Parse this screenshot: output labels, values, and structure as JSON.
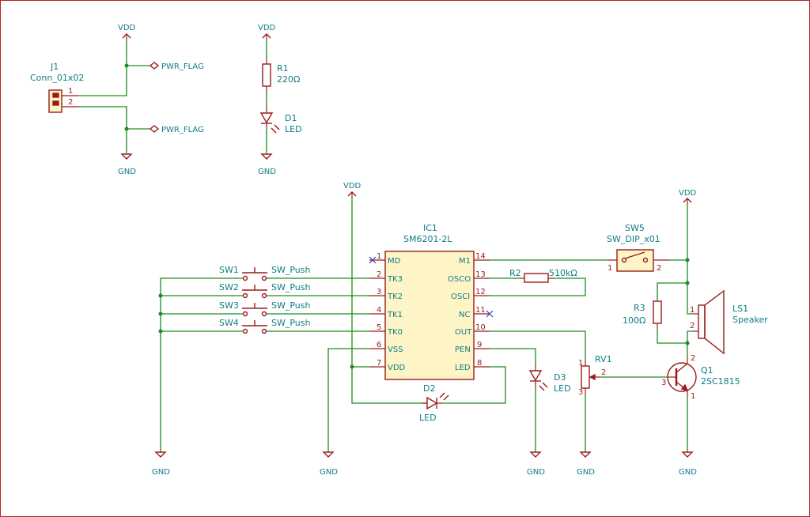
{
  "power": {
    "vdd": "VDD",
    "gnd": "GND",
    "pwr_flag": "PWR_FLAG"
  },
  "j1": {
    "ref": "J1",
    "value": "Conn_01x02",
    "pin1": "1",
    "pin2": "2"
  },
  "r1": {
    "ref": "R1",
    "value": "220Ω"
  },
  "d1": {
    "ref": "D1",
    "value": "LED"
  },
  "ic1": {
    "ref": "IC1",
    "value": "SM6201-2L",
    "left_pins": [
      {
        "num": "1",
        "name": "MD"
      },
      {
        "num": "2",
        "name": "TK3"
      },
      {
        "num": "3",
        "name": "TK2"
      },
      {
        "num": "4",
        "name": "TK1"
      },
      {
        "num": "5",
        "name": "TK0"
      },
      {
        "num": "6",
        "name": "VSS"
      },
      {
        "num": "7",
        "name": "VDD"
      }
    ],
    "right_pins": [
      {
        "num": "14",
        "name": "M1"
      },
      {
        "num": "13",
        "name": "OSCO"
      },
      {
        "num": "12",
        "name": "OSCI"
      },
      {
        "num": "11",
        "name": "NC"
      },
      {
        "num": "10",
        "name": "OUT"
      },
      {
        "num": "9",
        "name": "PEN"
      },
      {
        "num": "8",
        "name": "LED"
      }
    ]
  },
  "switches": [
    {
      "ref": "SW1",
      "value": "SW_Push"
    },
    {
      "ref": "SW2",
      "value": "SW_Push"
    },
    {
      "ref": "SW3",
      "value": "SW_Push"
    },
    {
      "ref": "SW4",
      "value": "SW_Push"
    }
  ],
  "sw5": {
    "ref": "SW5",
    "value": "SW_DIP_x01",
    "pin1": "1",
    "pin2": "2"
  },
  "r2": {
    "ref": "R2",
    "value": "510kΩ"
  },
  "r3": {
    "ref": "R3",
    "value": "100Ω"
  },
  "ls1": {
    "ref": "LS1",
    "value": "Speaker",
    "pin1": "1",
    "pin2": "2"
  },
  "d2": {
    "ref": "D2",
    "value": "LED"
  },
  "d3": {
    "ref": "D3",
    "value": "LED"
  },
  "rv1": {
    "ref": "RV1",
    "pin1": "1",
    "pin2": "2",
    "pin3": "3"
  },
  "q1": {
    "ref": "Q1",
    "value": "2SC1815",
    "pin1": "1",
    "pin2": "2",
    "pin3": "3"
  },
  "colors": {
    "wire": "#1d8c1d",
    "symbol": "#9b1b1b",
    "body_fill": "#fdf5c6",
    "label": "#0e7c86",
    "no_connect": "#3a3ad6"
  }
}
